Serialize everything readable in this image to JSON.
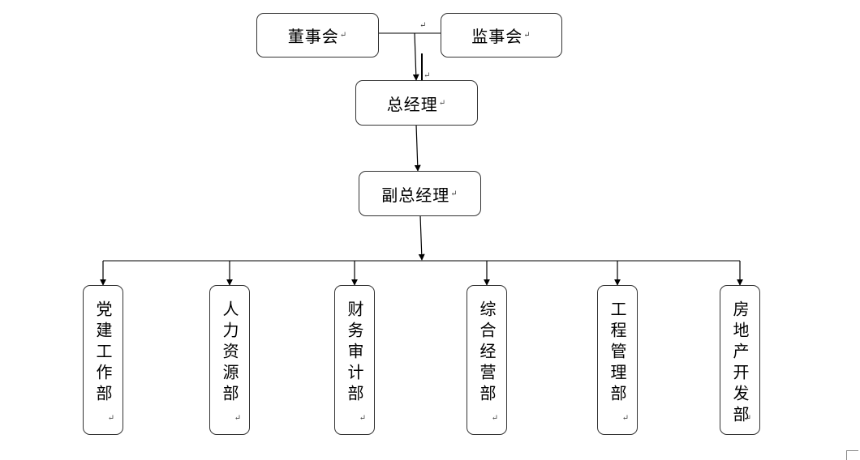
{
  "board": {
    "label": "董事会"
  },
  "supervisors": {
    "label": "监事会"
  },
  "general_manager": {
    "label": "总经理"
  },
  "deputy_manager": {
    "label": "副总经理"
  },
  "departments": [
    {
      "label": "党建工作部"
    },
    {
      "label": "人力资源部"
    },
    {
      "label": "财务审计部"
    },
    {
      "label": "综合经营部"
    },
    {
      "label": "工程管理部"
    },
    {
      "label": "房地产开发部"
    }
  ],
  "paragraph_mark": "↵"
}
